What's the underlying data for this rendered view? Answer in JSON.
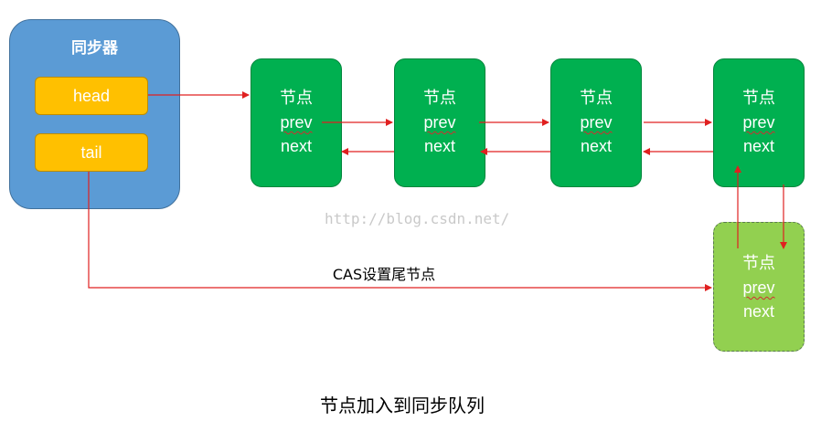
{
  "synchronizer": {
    "title": "同步器",
    "head_label": "head",
    "tail_label": "tail"
  },
  "nodes": [
    {
      "title": "节点",
      "prev": "prev",
      "next": "next"
    },
    {
      "title": "节点",
      "prev": "prev",
      "next": "next"
    },
    {
      "title": "节点",
      "prev": "prev",
      "next": "next"
    },
    {
      "title": "节点",
      "prev": "prev",
      "next": "next"
    }
  ],
  "new_node": {
    "title": "节点",
    "prev": "prev",
    "next": "next"
  },
  "edge_label": "CAS设置尾节点",
  "watermark": "http://blog.csdn.net/",
  "caption": "节点加入到同步队列",
  "colors": {
    "synchronizer": "#5b9bd5",
    "field": "#ffc000",
    "node": "#00b050",
    "new_node": "#92d050",
    "arrow": "#e02020"
  }
}
